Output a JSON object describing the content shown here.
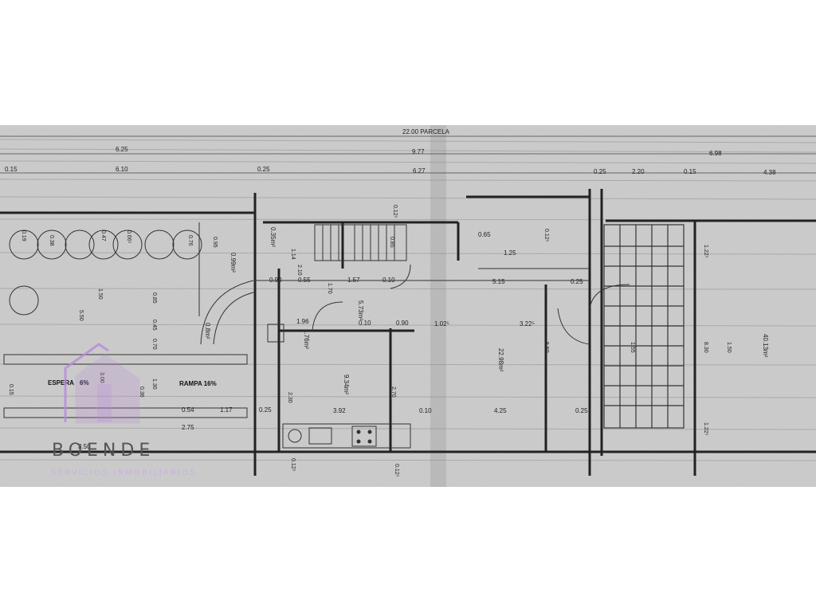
{
  "plan": {
    "top_dims": [
      "22.00 PARCELA",
      "6.25",
      "9.77",
      "6.98",
      "0.15",
      "6.10",
      "0.25",
      "6.27",
      "0.25",
      "2.20",
      "0.15",
      "4.38"
    ],
    "room_areas": [
      "0.99m²",
      "0.8m²",
      "5.73m²",
      "9.34m²",
      "22.98m²",
      "40.13m²",
      "1.76m²",
      "0.35m²"
    ],
    "labels": {
      "espera": "ESPERA",
      "espera_pct": "6%",
      "rampa": "RAMPA 16%"
    },
    "inner_dims": [
      "0.90",
      "0.55",
      "1.57",
      "0.10",
      "5.15",
      "0.25",
      "1.96",
      "0.10",
      "0.90",
      "1.02⁵",
      "3.22⁵",
      "0.25",
      "3.92",
      "0.10",
      "4.25",
      "0.25",
      "0.54",
      "1.17",
      "2.75",
      "3.50",
      "1.25",
      "0.65"
    ],
    "vert_dims": [
      "1.50",
      "5.50",
      "0.85",
      "0.45",
      "0.70",
      "1.30",
      "3.00",
      "2.30",
      "5.50",
      "8.30",
      "1.22⁵",
      "1.22⁵",
      "2.70",
      "0.12⁵",
      "0.12⁵",
      "0.12⁵",
      "0.12⁵",
      "0.85",
      "2.10"
    ],
    "levels": [
      "0.19",
      "0.38",
      "0.47",
      "0.66⁵",
      "0.76",
      "0.95",
      "1.14",
      "1.70",
      "1.55",
      "1.50",
      "0.15",
      "0.36"
    ]
  },
  "watermark": {
    "brand": "BOENDE",
    "tagline": "SERVICIOS INMOBILIARIOS"
  }
}
